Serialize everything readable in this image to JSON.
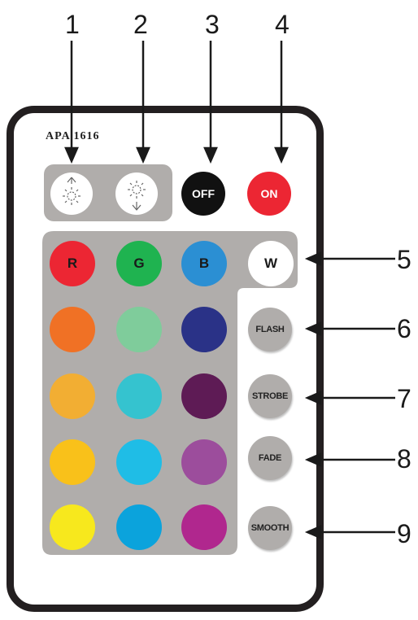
{
  "model": "APA 1616",
  "callouts": [
    "1",
    "2",
    "3",
    "4",
    "5",
    "6",
    "7",
    "8",
    "9"
  ],
  "top_row": {
    "brightness_up_icon": "sun-up-arrow-icon",
    "brightness_down_icon": "sun-down-arrow-icon",
    "off": {
      "label": "OFF",
      "color": "#111111",
      "text_color": "#ffffff"
    },
    "on": {
      "label": "ON",
      "color": "#ec2633",
      "text_color": "#ffffff"
    }
  },
  "rgbw": [
    {
      "label": "R",
      "color": "#ec2633",
      "text_color": "#1a1a1a"
    },
    {
      "label": "G",
      "color": "#1fb350",
      "text_color": "#1a1a1a"
    },
    {
      "label": "B",
      "color": "#2b8fd3",
      "text_color": "#1a1a1a"
    },
    {
      "label": "W",
      "color": "#ffffff",
      "text_color": "#1a1a1a"
    }
  ],
  "color_grid": [
    [
      "#f07125",
      "#7fcc9b",
      "#2a3287"
    ],
    [
      "#f2ae33",
      "#35c3cf",
      "#5e1b55"
    ],
    [
      "#f9c11a",
      "#1fbde6",
      "#9c4d9c"
    ],
    [
      "#f7e81d",
      "#0ba3dc",
      "#b0278e"
    ]
  ],
  "functions": [
    "FLASH",
    "STROBE",
    "FADE",
    "SMOOTH"
  ]
}
